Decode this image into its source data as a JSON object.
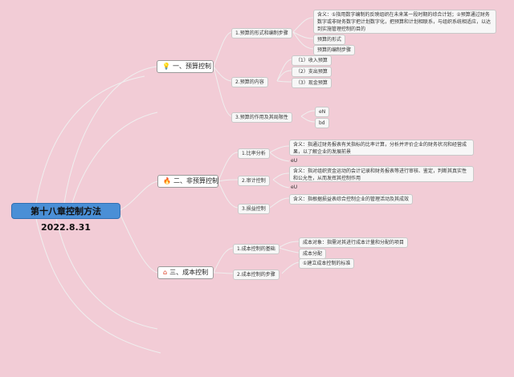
{
  "root": {
    "title": "第十八章控制方法2022.8.31"
  },
  "branches": [
    {
      "label": "一、预算控制",
      "icon": "lightbulb-icon",
      "children": [
        {
          "label": "1.预算的形式和编制步骤",
          "children": [
            "含义：①指用数字编制的反映组织在未来某一段时期的综合计划；②预算通过财务数字或非财务数字把计划数字化，把预算和计划相联系，与组织系统相适应，以达到实施管理控制的目的",
            "预算的形式",
            "预算的编制步骤"
          ]
        },
        {
          "label": "2.预算的内容",
          "children": [
            "（1）收入预算",
            "（2）支出预算",
            "（3）现金预算"
          ]
        },
        {
          "label": "3.预算的作用及其局限性",
          "children": [
            "eN",
            "bd"
          ]
        }
      ]
    },
    {
      "label": "二、非预算控制",
      "icon": "fire-icon",
      "children": [
        {
          "label": "1.比率分析",
          "children": [
            "含义：指通过财务报表有关指标的比率计算，分析并评价企业的财务状况和经营成果，以了解企业的发展前景",
            "eU"
          ]
        },
        {
          "label": "2.审计控制",
          "children": [
            "含义：指对组织资金运动的会计记录和财务报表等进行审核、鉴定，判断其真实性和公允性，从而发挥其控制作用",
            "eU"
          ]
        },
        {
          "label": "3.损益控制",
          "children": [
            "含义：指根据损益表综合控制企业的管理活动及其成效"
          ]
        }
      ]
    },
    {
      "label": "三、成本控制",
      "icon": "house-icon",
      "children": [
        {
          "label": "1.成本控制的基础",
          "children": [
            "成本对象：指需对其进行成本计量和分配的项目",
            "成本分配"
          ]
        },
        {
          "label": "2.成本控制的步骤",
          "children": [
            "①建立成本控制的标准"
          ]
        }
      ]
    }
  ],
  "colors": {
    "background": "#f2ccd6",
    "root": "#4a8fd6",
    "line": "#e9e9e9"
  }
}
